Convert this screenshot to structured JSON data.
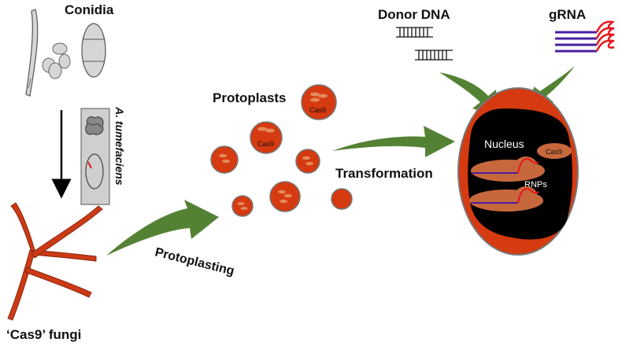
{
  "labels": {
    "conidia": "Conidia",
    "agrobacterium": "A. tumefaciens",
    "cas9_fungi": "‘Cas9’ fungi",
    "protoplasting": "Protoplasting",
    "protoplasts": "Protoplasts",
    "transformation": "Transformation",
    "donor_dna": "Donor DNA",
    "grna": "gRNA",
    "nucleus": "Nucleus",
    "rnps": "RNPs",
    "cas9": "Cas9"
  },
  "colors": {
    "cell_orange": "#d53a10",
    "cell_outline": "#777777",
    "arrow_green": "#548235",
    "nucleus_black": "#000000",
    "rnp_tan": "#c7683c",
    "grna_blue": "#4a1fa0",
    "grna_red": "#e8161c",
    "hypha_orange": "#cc3a15"
  }
}
